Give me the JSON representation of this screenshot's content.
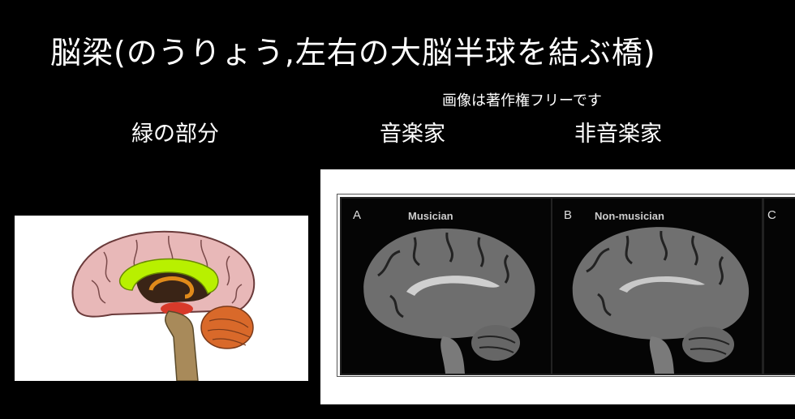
{
  "title": "脳梁(のうりょう,左右の大脳半球を結ぶ橋)",
  "copyright_note": "画像は著作権フリーです",
  "labels": {
    "green_part": "緑の部分",
    "musician": "音楽家",
    "non_musician": "非音楽家"
  },
  "mri": {
    "panel_a_letter": "A",
    "panel_a_caption": "Musician",
    "panel_b_letter": "B",
    "panel_b_caption": "Non-musician",
    "panel_c_letter": "C"
  },
  "colors": {
    "background": "#000000",
    "corpus_callosum": "#b8f000",
    "cerebrum": "#e8b8b8",
    "cerebellum": "#d9692a",
    "brainstem": "#a88a5a"
  }
}
